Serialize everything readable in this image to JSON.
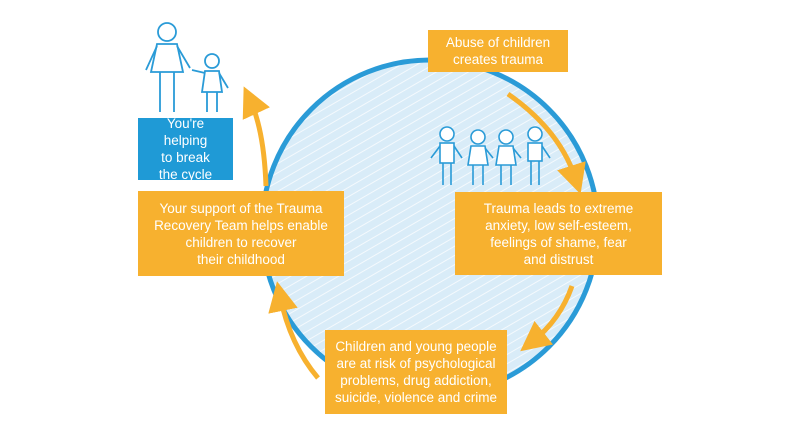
{
  "colors": {
    "orange": "#f7b12f",
    "blue": "#1f9ad6",
    "circle_fill": "#d7ebf8",
    "circle_stroke": "#2a9bd7"
  },
  "steps": [
    {
      "text": "Abuse of children\ncreates trauma"
    },
    {
      "text": "Trauma leads to extreme\nanxiety, low self-esteem,\nfeelings of shame, fear\nand distrust"
    },
    {
      "text": "Children and young people\nare at risk of psychological\nproblems, drug addiction,\nsuicide, violence and crime"
    },
    {
      "text": "Your support of the Trauma\nRecovery Team helps enable\nchildren to recover\ntheir childhood"
    }
  ],
  "outcome": {
    "text": "You're helping\nto break\nthe cycle"
  },
  "icons": [
    "adult-and-child-figures",
    "four-children-figures",
    "cycle-arrow"
  ]
}
